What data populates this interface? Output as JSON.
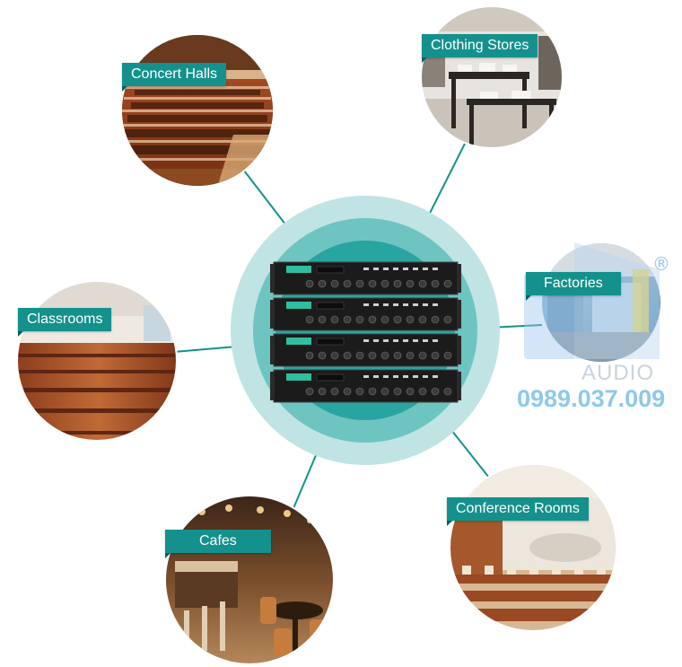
{
  "colors": {
    "teal": "#14918d",
    "ring_outer": "#bfe4e3",
    "ring_mid": "#6ec4c1",
    "ring_inner": "#28a5a1",
    "watermark": "#8ec9ec"
  },
  "hub": {
    "name": "stacked-amplifier-units",
    "unit_count": 4,
    "icon": "rack-amplifier-icon"
  },
  "scenes": [
    {
      "key": "concert-halls",
      "label": "Concert Halls",
      "icon": "concert-hall-photo"
    },
    {
      "key": "clothing-stores",
      "label": "Clothing Stores",
      "icon": "clothing-store-photo"
    },
    {
      "key": "classrooms",
      "label": "Classrooms",
      "icon": "classroom-photo"
    },
    {
      "key": "factories",
      "label": "Factories",
      "icon": "factory-photo"
    },
    {
      "key": "cafes",
      "label": "Cafes",
      "icon": "cafe-photo"
    },
    {
      "key": "conference-rooms",
      "label": "Conference Rooms",
      "icon": "conference-room-photo"
    }
  ],
  "watermark": {
    "phone": "0989.037.009",
    "brand_fragment": "AUDIO",
    "registered_mark": "®"
  }
}
